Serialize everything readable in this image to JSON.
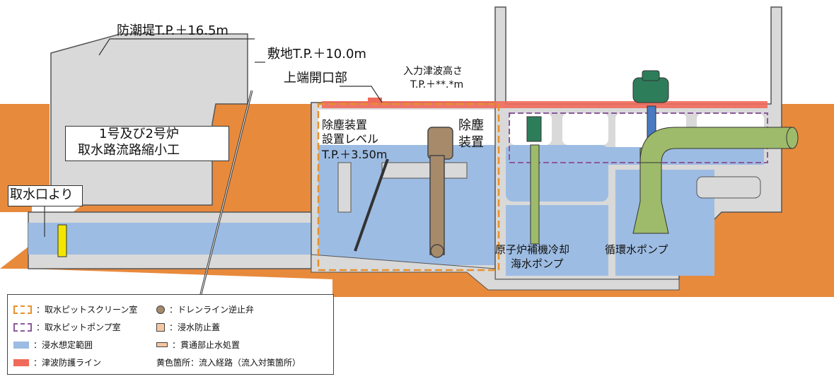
{
  "labels": {
    "seawall": "防潮堤T.P.＋16.5m",
    "site_level": "敷地T.P.＋10.0m",
    "upper_opening": "上端開口部",
    "input_tsunami_line1": "入力津波高さ",
    "input_tsunami_line2": "T.P.＋**.*m",
    "reactor_line1": "1号及び2号炉",
    "reactor_line2": "取水路流路縮小工",
    "from_intake": "取水口より",
    "dust_level_line1": "除塵装置",
    "dust_level_line2": "設置レベル",
    "dust_level_line3": "T.P.＋3.50m",
    "dust_device_line1": "除塵",
    "dust_device_line2": "装置",
    "aux_pump_line1": "原子炉補機冷却",
    "aux_pump_line2": "海水ポンプ",
    "circ_pump": "循環水ポンプ"
  },
  "legend": {
    "items": [
      {
        "label": "：取水ピットスクリーン室",
        "symbol": "dashed-orange-box"
      },
      {
        "label": "：取水ピットポンプ室",
        "symbol": "dashed-purple-box"
      },
      {
        "label": "：浸水想定範囲",
        "symbol": "blue-fill"
      },
      {
        "label": "：津波防護ライン",
        "symbol": "red-fill"
      },
      {
        "label": "：ドレンライン逆止弁",
        "symbol": "circle-icon"
      },
      {
        "label": "：浸水防止蓋",
        "symbol": "square-icon"
      },
      {
        "label": "：貫通部止水処置",
        "symbol": "pipe-icon"
      },
      {
        "label": "黄色箇所：流入経路（流入対策箇所）",
        "symbol": "none"
      }
    ]
  },
  "colors": {
    "ground": "#E88A3C",
    "concrete": "#D9D9D9",
    "water": "#9DBCE3",
    "tsunami_line": "#F06A5A",
    "screen_room": "#E8902E",
    "pump_room": "#8B5A9A",
    "pump_green": "#9DBB6A",
    "motor_teal": "#2E7D5A",
    "brown_device": "#A68A6A",
    "yellow": "#F2E600"
  }
}
